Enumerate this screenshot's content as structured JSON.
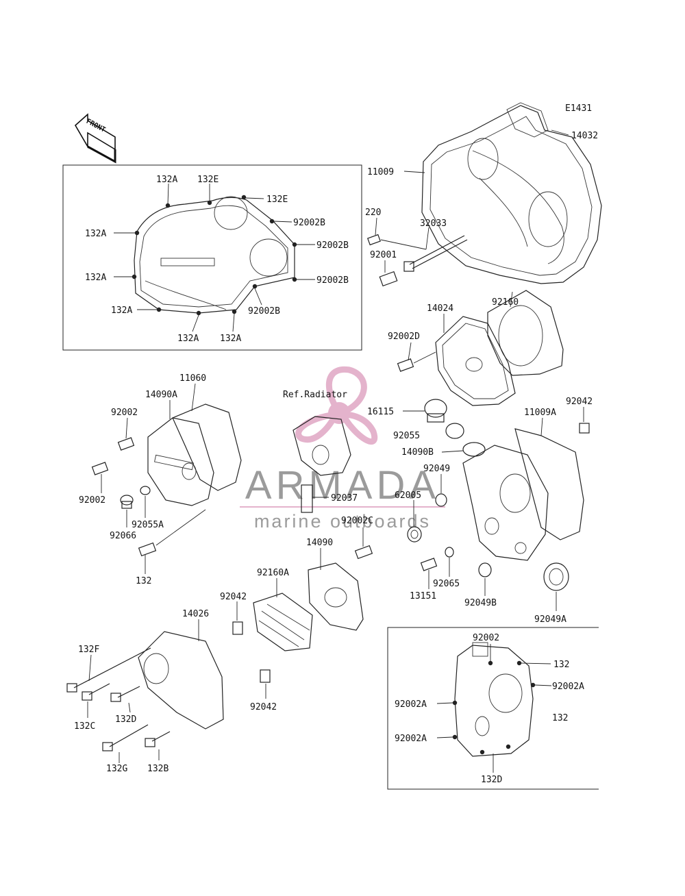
{
  "diagram_code": "E1431",
  "front_label": "FRONT",
  "ref_radiator": "Ref.Radiator",
  "watermark": {
    "title": "ARMADA",
    "subtitle": "marine outboards",
    "color": "#e0a6c4",
    "text_color": "#8a8a8a"
  },
  "labels": {
    "p14032": "14032",
    "p11009": "11009",
    "p220": "220",
    "p32033": "32033",
    "p92001": "92001",
    "p92160": "92160",
    "p14024": "14024",
    "p92002D": "92002D",
    "i132A_1": "132A",
    "i132E_1": "132E",
    "i132E_2": "132E",
    "i132A_2": "132A",
    "i92002B_1": "92002B",
    "i92002B_2": "92002B",
    "i132A_3": "132A",
    "i92002B_3": "92002B",
    "i132A_4": "132A",
    "i92002B_4": "92002B",
    "i132A_5": "132A",
    "i132A_6": "132A",
    "p11060": "11060",
    "p14090A": "14090A",
    "p92002_1": "92002",
    "p92002_2": "92002",
    "p92066": "92066",
    "p92055A": "92055A",
    "p132": "132",
    "p92037": "92037",
    "p92002C": "92002C",
    "p14090": "14090",
    "p92160A": "92160A",
    "p92042_1": "92042",
    "p14026": "14026",
    "p132F": "132F",
    "p132C": "132C",
    "p132D": "132D",
    "p132G": "132G",
    "p132B": "132B",
    "p92042_2": "92042",
    "p16115": "16115",
    "p92055": "92055",
    "p14090B": "14090B",
    "p92049": "92049",
    "p62005": "62005",
    "p13151": "13151",
    "p92065": "92065",
    "p92049B": "92049B",
    "p92049A": "92049A",
    "p11009A": "11009A",
    "p92042_3": "92042",
    "j92002": "92002",
    "j132_1": "132",
    "j92002A_1": "92002A",
    "j92002A_2": "92002A",
    "j132_2": "132",
    "j92002A_3": "92002A",
    "j132D": "132D"
  }
}
